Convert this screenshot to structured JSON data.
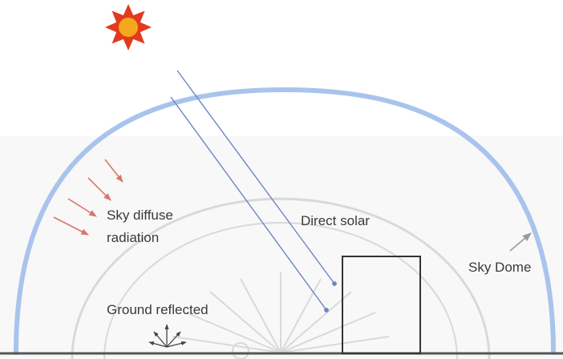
{
  "labels": {
    "sky_diffuse_line1": "Sky diffuse",
    "sky_diffuse_line2": "radiation",
    "direct_solar": "Direct solar",
    "sky_dome": "Sky Dome",
    "ground_reflected": "Ground reflected"
  },
  "colors": {
    "dome": "#a9c4ec",
    "sun_petals": "#e23a1f",
    "sun_core": "#f6a81c",
    "diffuse_arrows": "#d9776a",
    "direct_rays": "#6e84c7",
    "building": "#333333",
    "ground": "#555555",
    "sky_dome_arrow": "#999999",
    "watermark": "#d7d7d7"
  },
  "icons": {
    "sun": "sun-icon"
  }
}
